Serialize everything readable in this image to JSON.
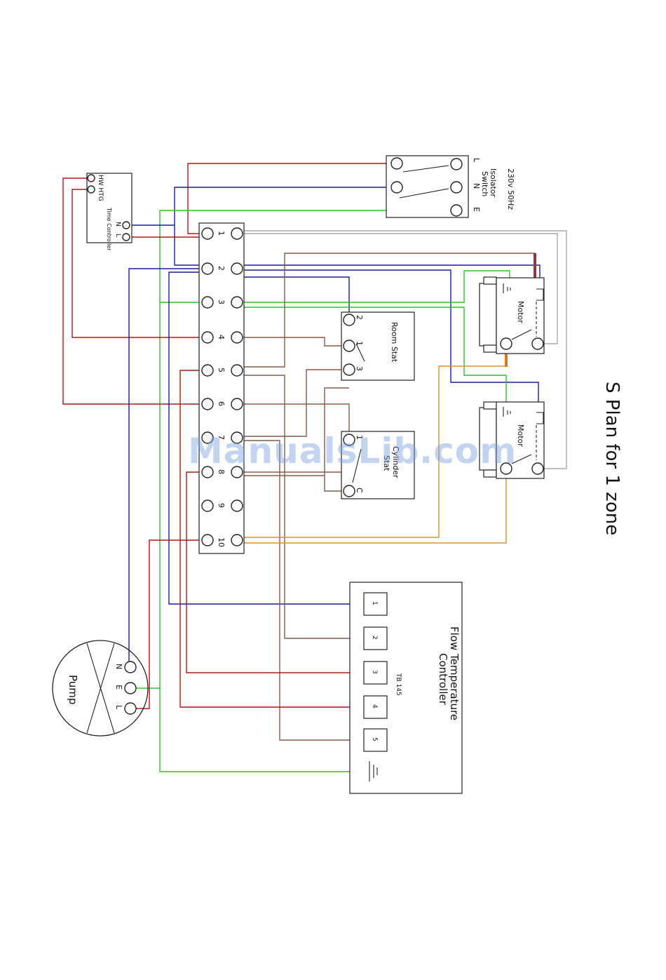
{
  "title": "S Plan for 1 zone",
  "watermark": "ManualsLib.com",
  "colors": {
    "live": "#b01818",
    "neutral": "#1a1aa0",
    "earth": "#2bc42b",
    "grey": "#a9a9a9",
    "brown": "#8a5a4a",
    "orange": "#d89030",
    "motor_brown": "#8b3a3a",
    "motor_orange": "#e07820"
  },
  "isolator": {
    "title": "Isolator Switch",
    "supply": "230v 50Hz",
    "terminals": [
      "L",
      "N",
      "E"
    ]
  },
  "time_controller": {
    "title": "Time Controller",
    "outputs": "HW HTG",
    "terminals": [
      "N",
      "L"
    ]
  },
  "junction_box": {
    "terminals": [
      "1",
      "2",
      "3",
      "4",
      "5",
      "6",
      "7",
      "8",
      "9",
      "10"
    ]
  },
  "room_stat": {
    "title": "Room Stat",
    "terminals": [
      "2",
      "1",
      "3"
    ]
  },
  "cylinder_stat": {
    "title": "Cylinder Stat",
    "title_line1": "Cylinder",
    "title_line2": "Stat",
    "terminals": [
      "1",
      "C"
    ]
  },
  "motors": [
    {
      "label": "Motor"
    },
    {
      "label": "Motor"
    }
  ],
  "flow_controller": {
    "title_line1": "Flow Temperature",
    "title_line2": "Controller",
    "model": "TB 145",
    "terminals": [
      "1",
      "2",
      "3",
      "4",
      "5"
    ]
  },
  "pump": {
    "title": "Pump",
    "terminals": [
      "N",
      "E",
      "L"
    ]
  }
}
